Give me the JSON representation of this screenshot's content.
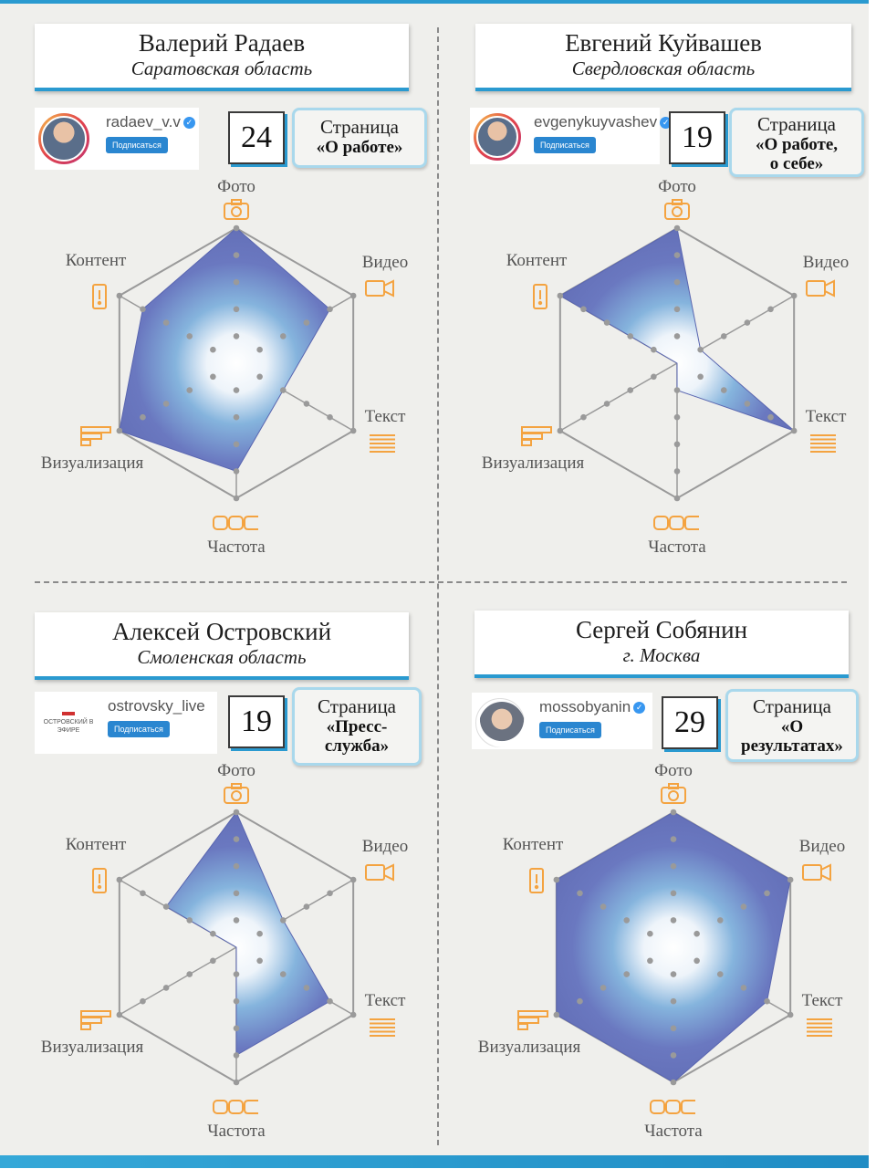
{
  "axes": [
    "Фото",
    "Видео",
    "Текст",
    "Частота",
    "Визуализация",
    "Контент"
  ],
  "colors": {
    "accent": "#2a9ad0",
    "icon": "#f4a340",
    "fill": "#6674bc",
    "grid": "#9a9a9a"
  },
  "panels": [
    {
      "name": "Валерий Радаев",
      "region": "Саратовская область",
      "handle": "radaev_v.v",
      "verified": true,
      "subscribe": "Подписаться",
      "count": "24",
      "page_label": "Страница",
      "page_value": "«О работе»"
    },
    {
      "name": "Евгений Куйвашев",
      "region": "Свердловская область",
      "handle": "evgenykuyvashev",
      "verified": true,
      "subscribe": "Подписаться",
      "count": "19",
      "page_label": "Страница",
      "page_value": "«О работе,\nо себе»"
    },
    {
      "name": "Алексей Островский",
      "region": "Смоленская область",
      "handle": "ostrovsky_live",
      "verified": false,
      "logo_text": "ОСТРОВСКИЙ В ЭФИРЕ",
      "subscribe": "Подписаться",
      "count": "19",
      "page_label": "Страница",
      "page_value": "«Пресс-\nслужба»"
    },
    {
      "name": "Сергей Собянин",
      "region": "г. Москва",
      "handle": "mossobyanin",
      "verified": true,
      "subscribe": "Подписаться",
      "count": "29",
      "page_label": "Страница",
      "page_value": "«О\nрезультатах»"
    }
  ],
  "chart_data": [
    {
      "type": "radar",
      "axes": [
        "Фото",
        "Видео",
        "Текст",
        "Частота",
        "Визуализация",
        "Контент"
      ],
      "max": 5,
      "values": [
        5,
        4,
        2,
        4,
        5,
        4
      ]
    },
    {
      "type": "radar",
      "axes": [
        "Фото",
        "Видео",
        "Текст",
        "Частота",
        "Визуализация",
        "Контент"
      ],
      "max": 5,
      "values": [
        5,
        1,
        5,
        1,
        0,
        5
      ]
    },
    {
      "type": "radar",
      "axes": [
        "Фото",
        "Видео",
        "Текст",
        "Частота",
        "Визуализация",
        "Контент"
      ],
      "max": 5,
      "values": [
        5,
        2,
        4,
        4,
        0,
        3
      ]
    },
    {
      "type": "radar",
      "axes": [
        "Фото",
        "Видео",
        "Текст",
        "Частота",
        "Визуализация",
        "Контент"
      ],
      "max": 5,
      "values": [
        5,
        5,
        4,
        5,
        5,
        5
      ]
    }
  ]
}
